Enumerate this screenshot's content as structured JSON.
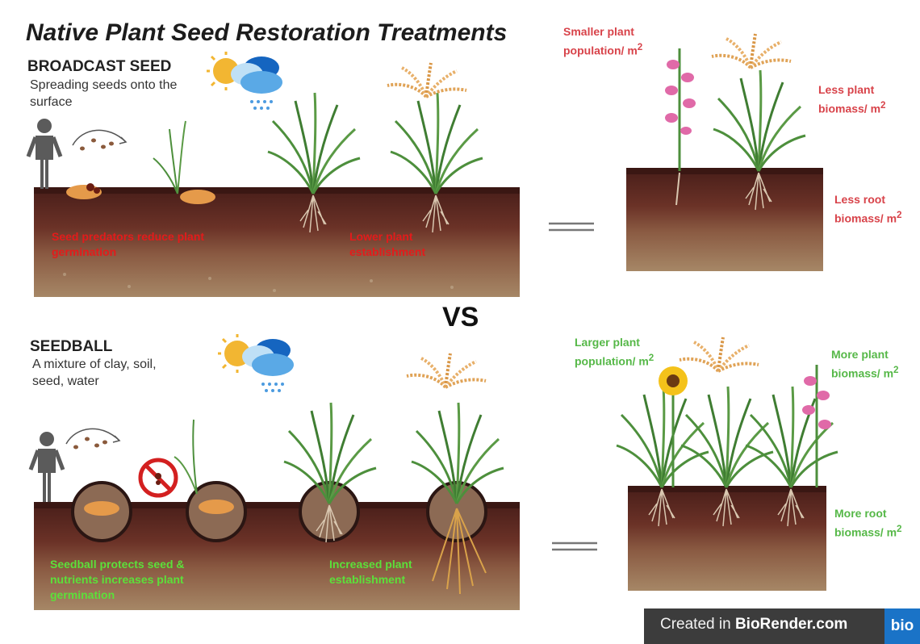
{
  "title": "Native Plant Seed Restoration Treatments",
  "broadcast": {
    "heading": "BROADCAST SEED",
    "description": "Spreading seeds onto the surface",
    "label_predators": "Seed predators reduce plant germination",
    "label_establishment": "Lower plant establishment"
  },
  "vs": "VS",
  "seedball": {
    "heading": "SEEDBALL",
    "description": "A mixture of clay, soil, seed, water",
    "label_protects": "Seedball protects seed & nutrients increases plant germination",
    "label_establishment": "Increased plant establishment"
  },
  "outcomes_top": {
    "population": "Smaller plant",
    "population_unit": "population/ m",
    "biomass": "Less plant",
    "biomass_unit": "biomass/ m",
    "root": "Less root",
    "root_unit": "biomass/ m"
  },
  "outcomes_bottom": {
    "population": "Larger plant",
    "population_unit": "population/ m",
    "biomass": "More plant",
    "biomass_unit": "biomass/ m",
    "root": "More root",
    "root_unit": "biomass/ m"
  },
  "superscript": "2",
  "footer": {
    "prefix": "Created in ",
    "brand": "BioRender.com",
    "badge": "bio"
  },
  "colors": {
    "negative_label": "#e31b1b",
    "positive_label": "#5ce03a",
    "outcome_negative": "#d8434a",
    "outcome_positive": "#56b848"
  }
}
